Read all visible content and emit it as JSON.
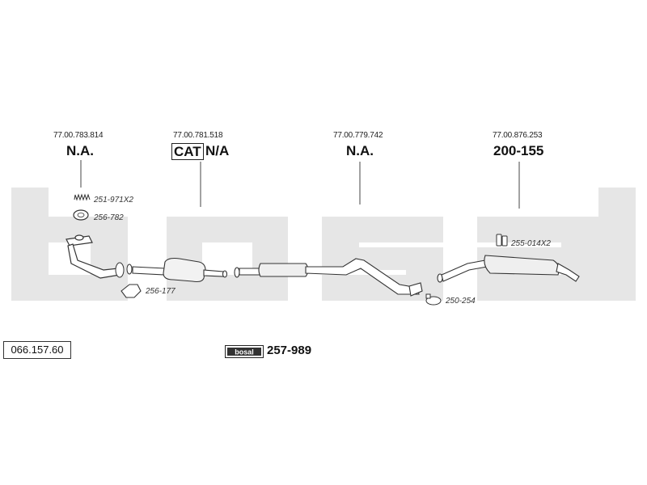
{
  "brand_watermark": "bosal",
  "oe_references": [
    {
      "ref": "77.00.783.814",
      "code": "N.A."
    },
    {
      "ref": "77.00.781.518",
      "cat_label": "CAT",
      "code": "N/A"
    },
    {
      "ref": "77.00.779.742",
      "code": "N.A."
    },
    {
      "ref": "77.00.876.253",
      "code": "200-155"
    }
  ],
  "part_labels": {
    "spring": "251-971X2",
    "ring": "256-782",
    "gasket": "256-177",
    "clamp": "250-254",
    "rubber_mount": "255-014X2"
  },
  "catalog_number": "066.157.60",
  "kit": {
    "logo_text": "bosal",
    "number": "257-989"
  }
}
